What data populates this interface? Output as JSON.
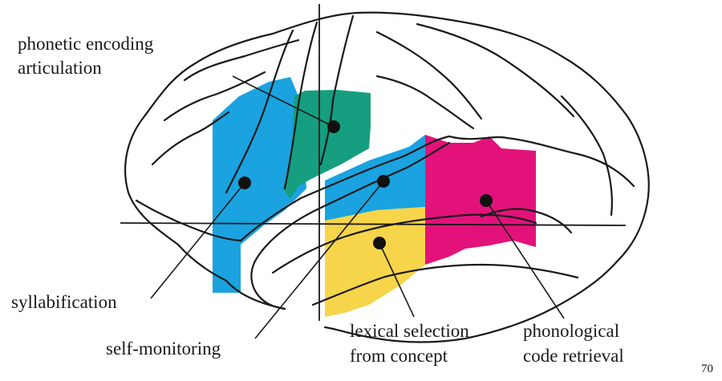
{
  "labels": {
    "phonetic_line1": "phonetic encoding",
    "phonetic_line2": "articulation",
    "syllabification": "syllabification",
    "self_monitoring": "self-monitoring",
    "lexical_line1": "lexical selection",
    "lexical_line2": "from concept",
    "phonological_line1": "phonological",
    "phonological_line2": "code retrieval"
  },
  "page_number": "70",
  "colors": {
    "syllabification": "#1aa3e0",
    "phonetic_encoding": "#159e80",
    "self_monitoring": "#1aa3e0",
    "lexical_selection": "#f6d54a",
    "phonological_retrieval": "#e3127a"
  }
}
